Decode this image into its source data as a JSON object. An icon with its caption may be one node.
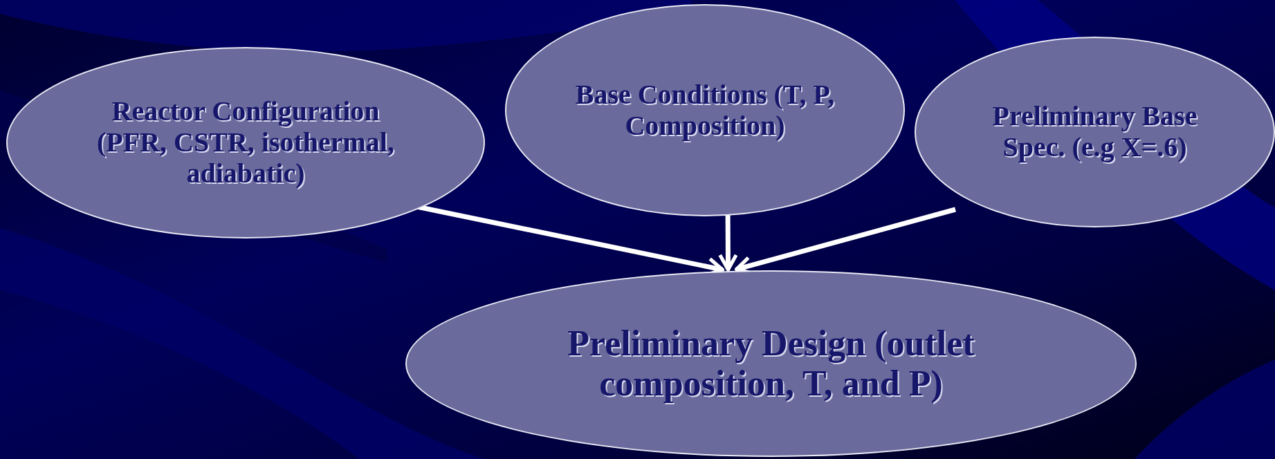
{
  "diagram": {
    "nodes": [
      {
        "text": [
          "Reactor Configuration (PFR, CSTR, isothermal, adiabatic)"
        ]
      },
      {
        "text": [
          "Base Conditions (T, P, Composition)"
        ]
      },
      {
        "text": [
          "Preliminary Base Spec. (e.g X=.6)"
        ]
      },
      {
        "text": [
          "Preliminary Design (outlet composition, T, and P)"
        ]
      }
    ],
    "edges": [
      {
        "from": 0,
        "to": 3,
        "arrow": "to"
      },
      {
        "from": 1,
        "to": 3,
        "arrow": "to"
      },
      {
        "from": 2,
        "to": 3,
        "arrow": "to"
      }
    ]
  }
}
